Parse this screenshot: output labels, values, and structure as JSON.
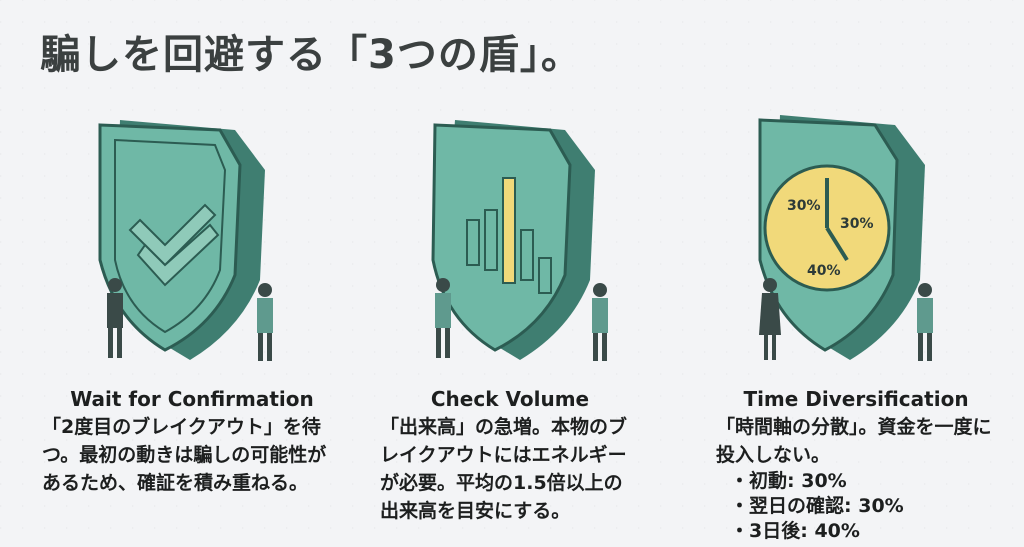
{
  "title": "騙しを回避する「3つの盾」。",
  "colors": {
    "shield": "#6fb8a6",
    "shield_dark": "#3f7e71",
    "accent_yellow": "#f1d97a",
    "text": "#1d1f1f"
  },
  "cards": [
    {
      "heading": "Wait for Confirmation",
      "icon": "checkmark-shield-icon",
      "body": "「2度目のブレイクアウト」を待つ。最初の動きは騙しの可能性があるため、確証を積み重ねる。"
    },
    {
      "heading": "Check Volume",
      "icon": "volume-bars-shield-icon",
      "body": "「出来高」の急増。本物のブレイクアウトにはエネルギーが必要。平均の1.5倍以上の出来高を目安にする。"
    },
    {
      "heading": "Time Diversification",
      "icon": "clock-shield-icon",
      "body": "「時間軸の分散」。資金を一度に投入しない。",
      "items": [
        "初動: 30%",
        "翌日の確認: 30%",
        "3日後: 40%"
      ],
      "clock_labels": [
        "30%",
        "30%",
        "40%"
      ]
    }
  ]
}
